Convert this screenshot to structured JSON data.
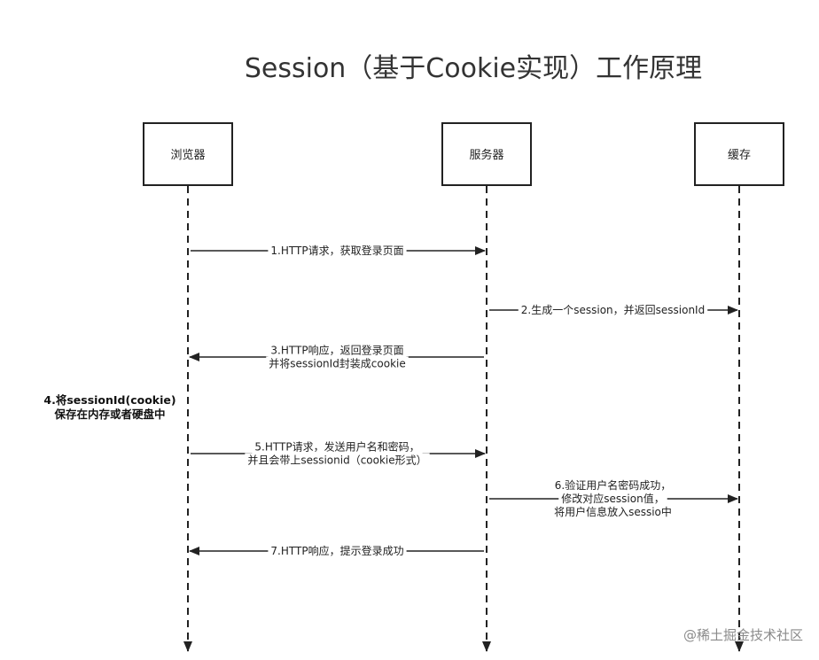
{
  "title": "Session（基于Cookie实现）工作原理",
  "actors": [
    {
      "id": "browser",
      "label": "浏览器"
    },
    {
      "id": "server",
      "label": "服务器"
    },
    {
      "id": "cache",
      "label": "缓存"
    }
  ],
  "messages": [
    {
      "from": "browser",
      "to": "server",
      "lines": [
        "1.HTTP请求，获取登录页面"
      ]
    },
    {
      "from": "server",
      "to": "cache",
      "lines": [
        "2.生成一个session，并返回sessionId"
      ]
    },
    {
      "from": "server",
      "to": "browser",
      "lines": [
        "3.HTTP响应，返回登录页面",
        "并将sessionId封装成cookie"
      ]
    },
    {
      "from": "browser",
      "to": "server",
      "lines": [
        "5.HTTP请求，发送用户名和密码，",
        "并且会带上sessionid（cookie形式）"
      ]
    },
    {
      "from": "server",
      "to": "cache",
      "lines": [
        "6.验证用户名密码成功，",
        "修改对应session值，",
        "将用户信息放入sessio中"
      ]
    },
    {
      "from": "server",
      "to": "browser",
      "lines": [
        "7.HTTP响应，提示登录成功"
      ]
    }
  ],
  "note": {
    "lines": [
      "4.将sessionId(cookie)",
      "保存在内存或者硬盘中"
    ]
  },
  "watermark": "@稀土掘金技术社区"
}
